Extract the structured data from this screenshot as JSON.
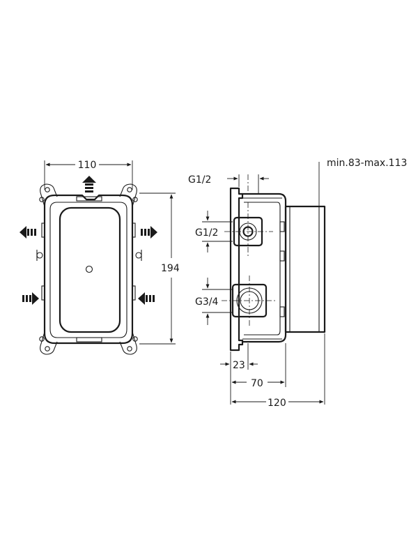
{
  "front_view": {
    "width_label": "110",
    "height_label": "194"
  },
  "side_view": {
    "depth_label": "min.83-max.113",
    "top_port_label": "G1/2",
    "upper_port_label": "G1/2",
    "lower_port_label": "G3/4",
    "dim_23_label": "23",
    "dim_70_label": "70",
    "dim_120_label": "120"
  },
  "flow_arrows": [
    "up",
    "left",
    "right",
    "right",
    "left"
  ]
}
